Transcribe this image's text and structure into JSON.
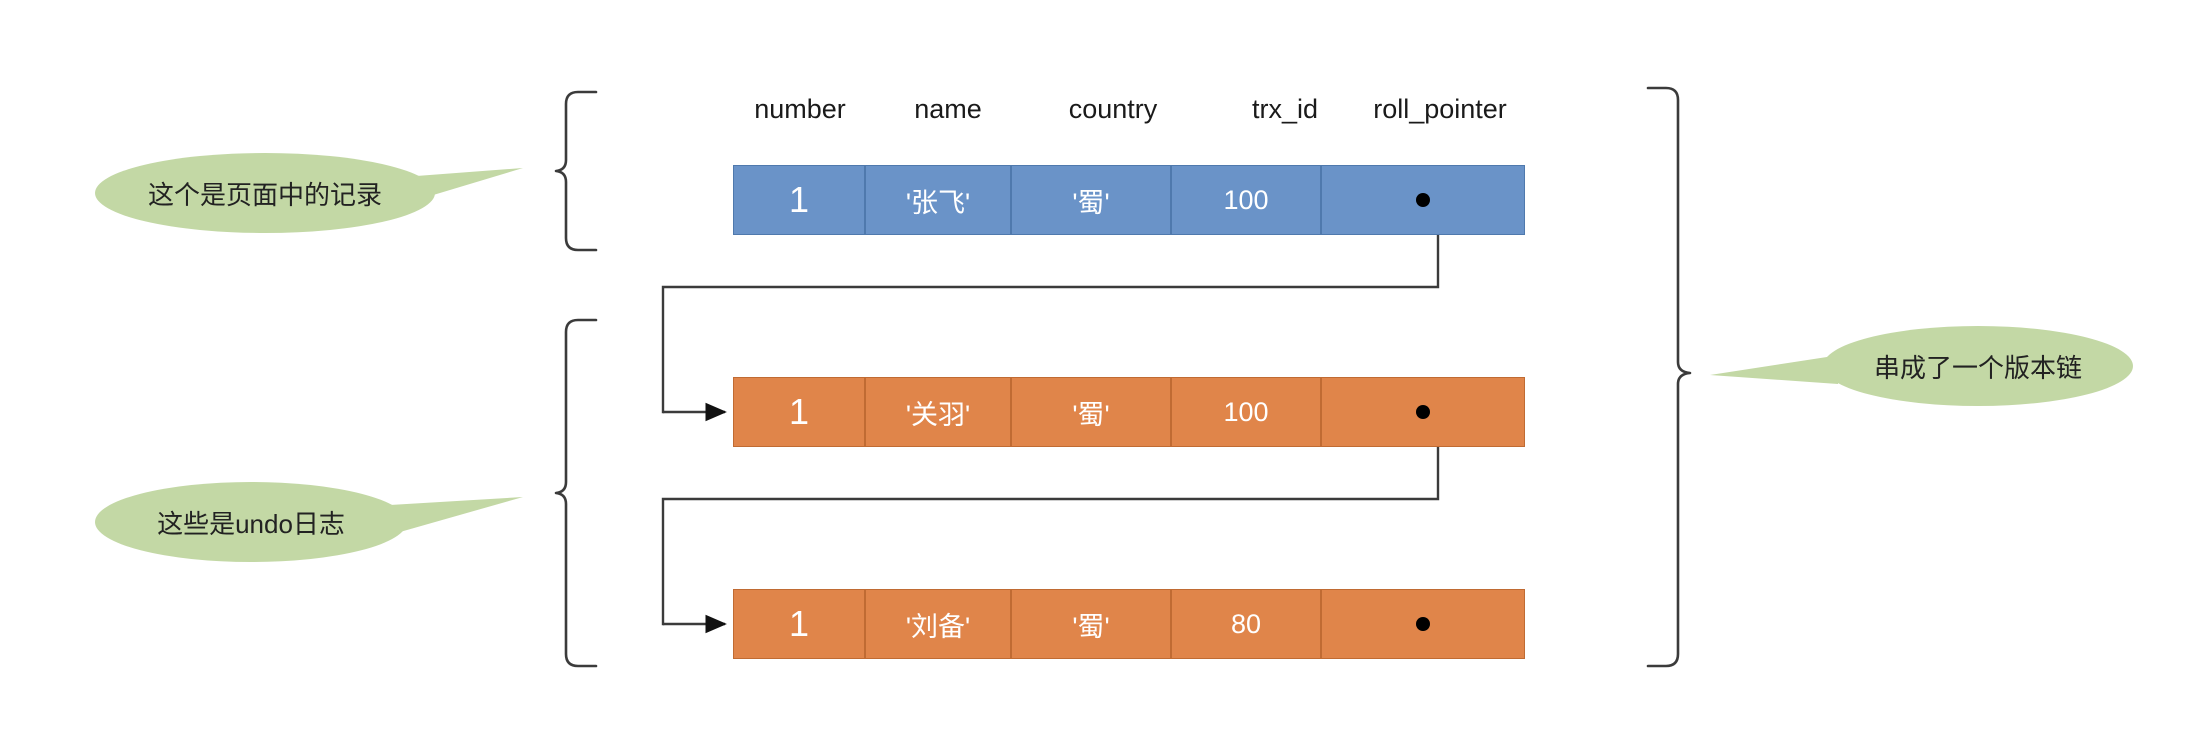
{
  "diagram": {
    "title": "MVCC version chain (undo log) diagram",
    "colors": {
      "record_blue": "#6A93C8",
      "undo_orange": "#E0854A",
      "callout_green": "#C3D8A5",
      "line_black": "#3B3B3B",
      "text_white": "#FFFFFF",
      "text_dark": "#1A1A1A"
    },
    "columns": [
      {
        "key": "number",
        "label": "number"
      },
      {
        "key": "name",
        "label": "name"
      },
      {
        "key": "country",
        "label": "country"
      },
      {
        "key": "trx_id",
        "label": "trx_id"
      },
      {
        "key": "roll_pointer",
        "label": "roll_pointer"
      }
    ],
    "rows": [
      {
        "kind": "page-record",
        "color": "#6A93C8",
        "number": "1",
        "name": "'张飞'",
        "country": "'蜀'",
        "trx_id": "100",
        "roll_pointer": "pointer-dot"
      },
      {
        "kind": "undo-log",
        "color": "#E0854A",
        "number": "1",
        "name": "'关羽'",
        "country": "'蜀'",
        "trx_id": "100",
        "roll_pointer": "pointer-dot"
      },
      {
        "kind": "undo-log",
        "color": "#E0854A",
        "number": "1",
        "name": "'刘备'",
        "country": "'蜀'",
        "trx_id": "80",
        "roll_pointer": "pointer-dot"
      }
    ],
    "callouts": [
      {
        "id": "page-record-note",
        "text": "这个是页面中的记录",
        "side": "left"
      },
      {
        "id": "undo-log-note",
        "text": "这些是undo日志",
        "side": "left"
      },
      {
        "id": "version-chain-note",
        "text": "串成了一个版本链",
        "side": "right"
      }
    ],
    "brackets": [
      {
        "id": "bracket-page-record",
        "side": "left",
        "spans": "row 1"
      },
      {
        "id": "bracket-undo-logs",
        "side": "left",
        "spans": "rows 2-3"
      },
      {
        "id": "bracket-version-chain",
        "side": "right",
        "spans": "rows 1-3"
      }
    ],
    "connectors": [
      {
        "id": "roll-pointer-link-1",
        "from": "row 1 roll_pointer",
        "to": "row 2 left edge"
      },
      {
        "id": "roll-pointer-link-2",
        "from": "row 2 roll_pointer",
        "to": "row 3 left edge"
      }
    ]
  }
}
